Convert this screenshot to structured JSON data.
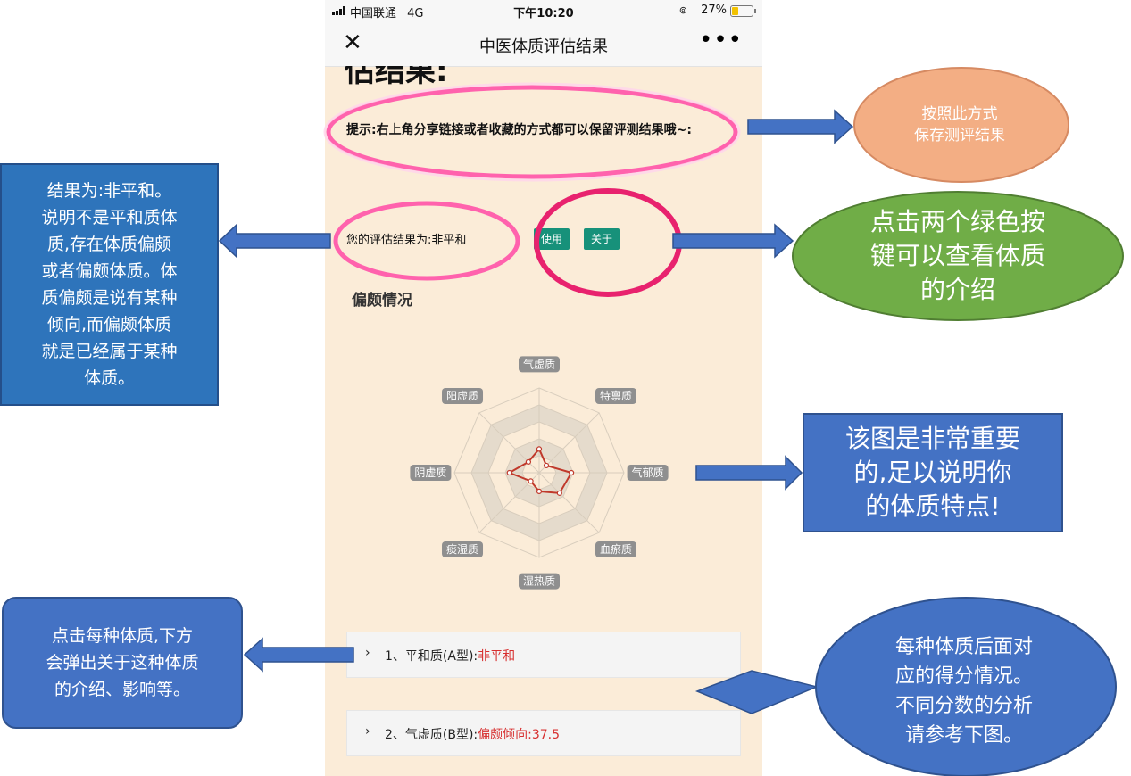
{
  "status_bar": {
    "carrier": "中国联通",
    "network": "4G",
    "time": "下午10:20",
    "battery": "27%"
  },
  "nav": {
    "title": "中医体质评估结果"
  },
  "page": {
    "cut_heading": "估结果:",
    "hint": "提示:右上角分享链接或者收藏的方式都可以保留评测结果哦~:",
    "result_label": "您的评估结果为:非平和",
    "use_button": "使用",
    "about_button": "关于",
    "section_title": "偏颇情况"
  },
  "radar": {
    "axes": [
      "气虚质",
      "特禀质",
      "气郁质",
      "血瘀质",
      "湿热质",
      "痰湿质",
      "阴虚质",
      "阳虚质"
    ],
    "values": [
      0.28,
      0.12,
      0.38,
      0.34,
      0.22,
      0.14,
      0.35,
      0.18
    ],
    "colors": {
      "line": "#c0392b",
      "ring": "#e5dbcc",
      "tag_bg": "#8f8f8f"
    }
  },
  "items": [
    {
      "prefix": "1、平和质(A型):",
      "value": "非平和"
    },
    {
      "prefix": "2、气虚质(B型):",
      "value": "偏颇倾向:37.5"
    }
  ],
  "annotations": {
    "save_tip": "按照此方式\n保存测评结果",
    "result_note": "结果为:非平和。\n说明不是平和质体\n质,存在体质偏颇\n或者偏颇体质。体\n质偏颇是说有某种\n倾向,而偏颇体质\n就是已经属于某种\n体质。",
    "buttons_note": "点击两个绿色按\n键可以查看体质\n的介绍",
    "chart_note": "该图是非常重要\n的,足以说明你\n的体质特点!",
    "click_note": "点击每种体质,下方\n会弹出关于这种体质\n的介绍、影响等。",
    "score_note": "每种体质后面对\n应的得分情况。\n不同分数的分析\n请参考下图。"
  }
}
